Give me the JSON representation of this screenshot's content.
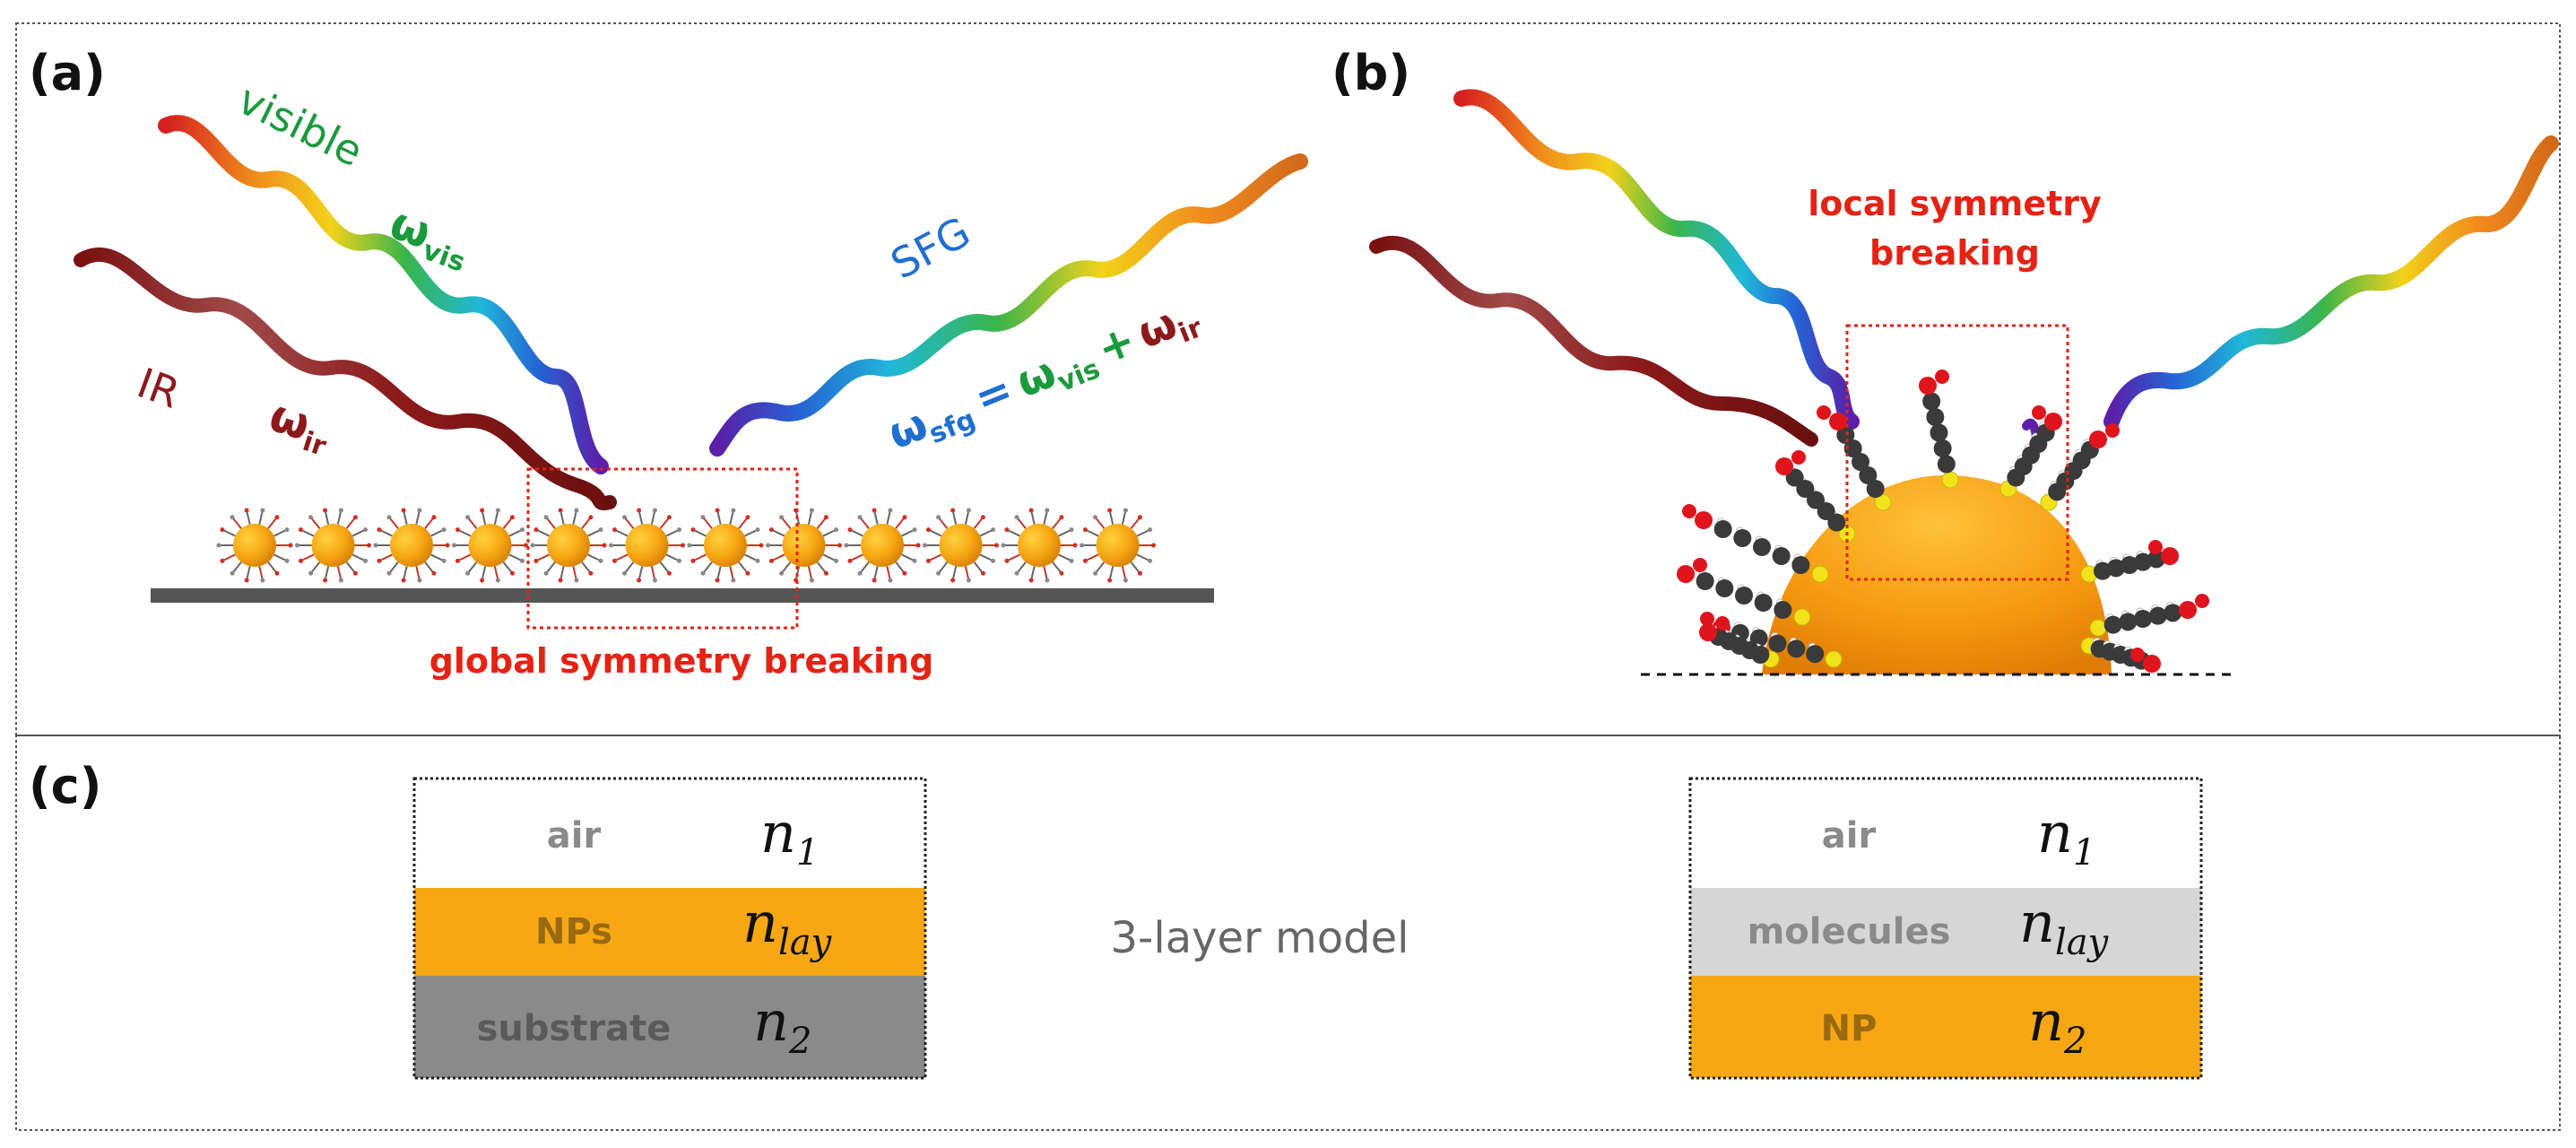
{
  "panels": {
    "a": {
      "label": "(a)",
      "beams": {
        "visible": "visible",
        "ir": "IR",
        "sfg": "SFG"
      },
      "omega_vis": {
        "base": "ω",
        "sub": "vis"
      },
      "omega_ir": {
        "base": "ω",
        "sub": "ir"
      },
      "formula": {
        "lhs_base": "ω",
        "lhs_sub": "sfg",
        "eq": "=",
        "t1_base": "ω",
        "t1_sub": "vis",
        "plus": "+",
        "t2_base": "ω",
        "t2_sub": "ir"
      },
      "annotation": "global symmetry breaking"
    },
    "b": {
      "label": "(b)",
      "annotation_line1": "local symmetry",
      "annotation_line2": "breaking"
    },
    "c": {
      "label": "(c)",
      "model_label": "3-layer model",
      "left_stack": [
        {
          "name": "air",
          "index_base": "n",
          "index_sub": "1"
        },
        {
          "name": "NPs",
          "index_base": "n",
          "index_sub": "lay"
        },
        {
          "name": "substrate",
          "index_base": "n",
          "index_sub": "2"
        }
      ],
      "right_stack": [
        {
          "name": "air",
          "index_base": "n",
          "index_sub": "1"
        },
        {
          "name": "molecules",
          "index_base": "n",
          "index_sub": "lay"
        },
        {
          "name": "NP",
          "index_base": "n",
          "index_sub": "2"
        }
      ]
    }
  },
  "colors": {
    "red_annotation": "#e52214",
    "visible_green": "#1a9a3c",
    "ir_darkred": "#8c1a1a",
    "sfg_blue": "#1f6fd1",
    "np_orange": "#f7a713",
    "substrate_gray": "#8a8a8a",
    "molecules_gray": "#d6d6d6"
  }
}
